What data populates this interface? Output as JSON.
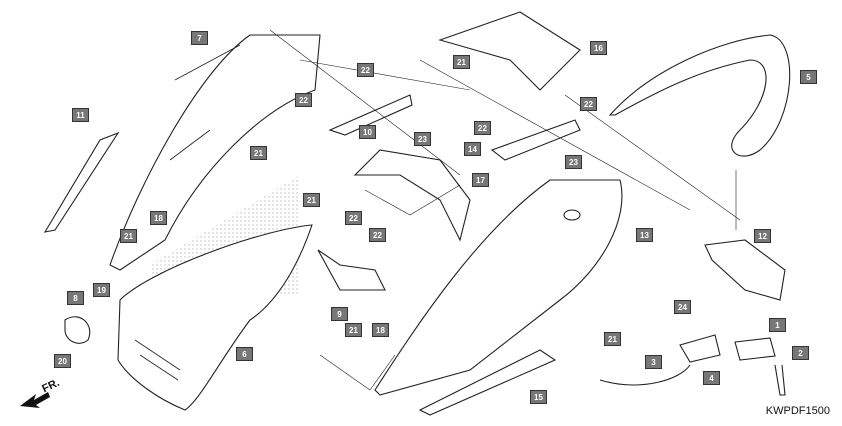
{
  "diagram_code": "KWPDF1500",
  "direction_label": "FR.",
  "callouts": [
    {
      "id": "c1",
      "label": "1"
    },
    {
      "id": "c2",
      "label": "2"
    },
    {
      "id": "c3",
      "label": "3"
    },
    {
      "id": "c4",
      "label": "4"
    },
    {
      "id": "c5",
      "label": "5"
    },
    {
      "id": "c6",
      "label": "6"
    },
    {
      "id": "c7",
      "label": "7"
    },
    {
      "id": "c8",
      "label": "8"
    },
    {
      "id": "c9",
      "label": "9"
    },
    {
      "id": "c10",
      "label": "10"
    },
    {
      "id": "c11",
      "label": "11"
    },
    {
      "id": "c12",
      "label": "12"
    },
    {
      "id": "c13",
      "label": "13"
    },
    {
      "id": "c14",
      "label": "14"
    },
    {
      "id": "c15",
      "label": "15"
    },
    {
      "id": "c16",
      "label": "16"
    },
    {
      "id": "c17",
      "label": "17"
    },
    {
      "id": "c18a",
      "label": "18"
    },
    {
      "id": "c18b",
      "label": "18"
    },
    {
      "id": "c19",
      "label": "19"
    },
    {
      "id": "c20",
      "label": "20"
    },
    {
      "id": "c21a",
      "label": "21"
    },
    {
      "id": "c21b",
      "label": "21"
    },
    {
      "id": "c21c",
      "label": "21"
    },
    {
      "id": "c21d",
      "label": "21"
    },
    {
      "id": "c21e",
      "label": "21"
    },
    {
      "id": "c21f",
      "label": "21"
    },
    {
      "id": "c22a",
      "label": "22"
    },
    {
      "id": "c22b",
      "label": "22"
    },
    {
      "id": "c22c",
      "label": "22"
    },
    {
      "id": "c22d",
      "label": "22"
    },
    {
      "id": "c22e",
      "label": "22"
    },
    {
      "id": "c22f",
      "label": "22"
    },
    {
      "id": "c23a",
      "label": "23"
    },
    {
      "id": "c23b",
      "label": "23"
    },
    {
      "id": "c24",
      "label": "24"
    }
  ]
}
